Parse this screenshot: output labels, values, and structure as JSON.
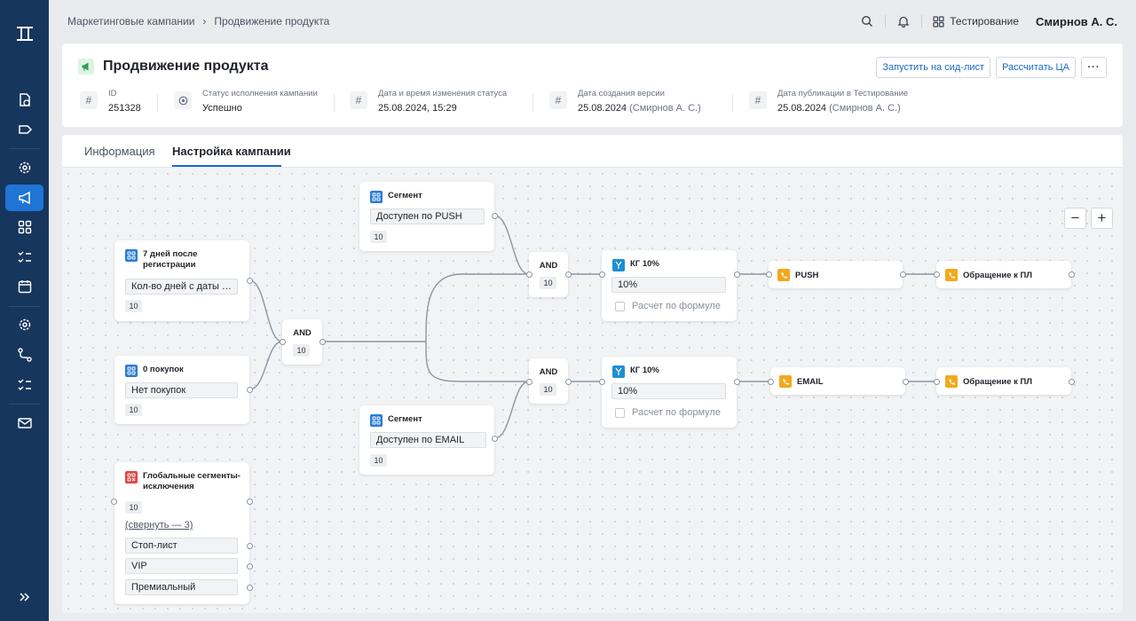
{
  "breadcrumbs": [
    "Маркетинговые кампании",
    "Продвижение продукта"
  ],
  "top": {
    "environment": "Тестирование",
    "user": "Смирнов А. С."
  },
  "header": {
    "title": "Продвижение продукта",
    "actions": {
      "seed": "Запустить на сид-лист",
      "calc": "Рассчитать ЦА",
      "more": "···"
    },
    "meta": [
      {
        "label": "ID",
        "value": "251328",
        "muted": ""
      },
      {
        "label": "Статус исполнения кампании",
        "value": "Успешно",
        "muted": ""
      },
      {
        "label": "Дата и время изменения статуса",
        "value": "25.08.2024, 15:29",
        "muted": ""
      },
      {
        "label": "Дата создания версии",
        "value": "25.08.2024",
        "muted": "(Смирнов А. С.)"
      },
      {
        "label": "Дата публикации в Тестирование",
        "value": "25.08.2024",
        "muted": "(Смирнов А. С.)"
      }
    ]
  },
  "tabs": {
    "info": "Информация",
    "settings": "Настройка кампании"
  },
  "zoom": {
    "minus": "−",
    "plus": "+"
  },
  "nodes": {
    "reg7": {
      "title": "7 дней после регистрации",
      "field": "Кол-во дней с даты регистрации",
      "count": "10"
    },
    "nopurch": {
      "title": "0 покупок",
      "field": "Нет покупок",
      "count": "10"
    },
    "global": {
      "title": "Глобальные сегменты-исключения",
      "count": "10",
      "collapse": "(свернуть — 3)",
      "items": [
        "Стоп-лист",
        "VIP",
        "Премиальный"
      ]
    },
    "and1": {
      "title": "AND",
      "count": "10"
    },
    "segPush": {
      "title": "Сегмент",
      "field": "Доступен по PUSH",
      "count": "10"
    },
    "segEmail": {
      "title": "Сегмент",
      "field": "Доступен по EMAIL",
      "count": "10"
    },
    "andTop": {
      "title": "AND",
      "count": "10"
    },
    "andBot": {
      "title": "AND",
      "count": "10"
    },
    "kgTop": {
      "title": "КГ 10%",
      "field": "10%",
      "check": "Расчет по формуле"
    },
    "kgBot": {
      "title": "КГ 10%",
      "field": "10%",
      "check": "Расчет по формуле"
    },
    "push": {
      "title": "PUSH"
    },
    "email": {
      "title": "EMAIL"
    },
    "callTop": {
      "title": "Обращение к ПЛ"
    },
    "callBot": {
      "title": "Обращение к ПЛ"
    }
  },
  "colors": {
    "sidebar": "#17365d",
    "accent": "#1f74d6",
    "segment": "#2a7bd4",
    "exclusion": "#e04545",
    "channel": "#f3a81c"
  }
}
